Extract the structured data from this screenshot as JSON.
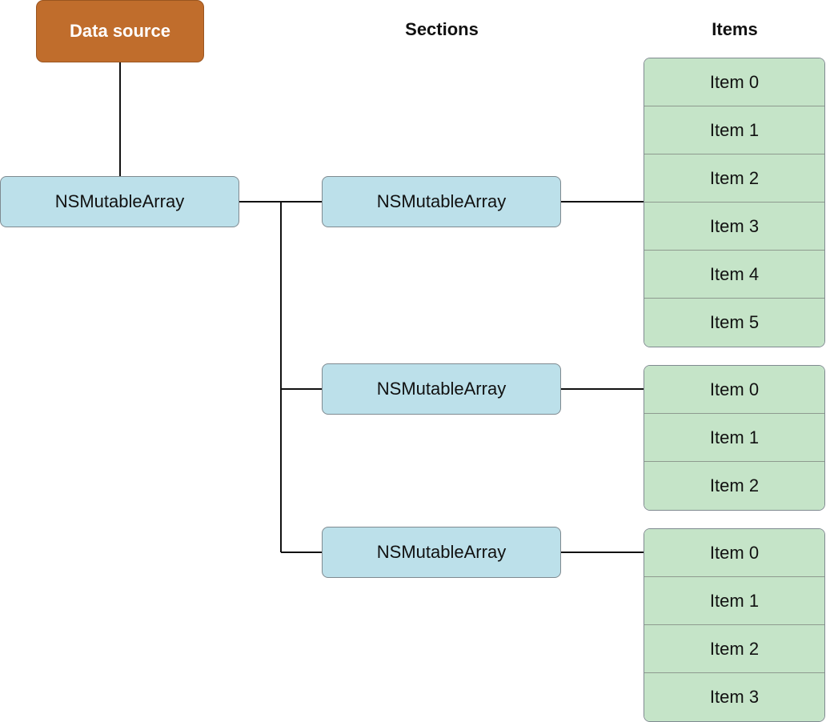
{
  "colors": {
    "datasource_fill": "#c06d2c",
    "array_fill": "#bce0ea",
    "item_fill": "#c5e4c8",
    "line": "#111111"
  },
  "datasource": {
    "label": "Data source"
  },
  "headers": {
    "sections": "Sections",
    "items": "Items"
  },
  "root": {
    "label": "NSMutableArray"
  },
  "sections": [
    {
      "label": "NSMutableArray",
      "items": [
        "Item 0",
        "Item 1",
        "Item 2",
        "Item 3",
        "Item 4",
        "Item 5"
      ]
    },
    {
      "label": "NSMutableArray",
      "items": [
        "Item 0",
        "Item 1",
        "Item 2"
      ]
    },
    {
      "label": "NSMutableArray",
      "items": [
        "Item 0",
        "Item 1",
        "Item 2",
        "Item 3"
      ]
    }
  ]
}
